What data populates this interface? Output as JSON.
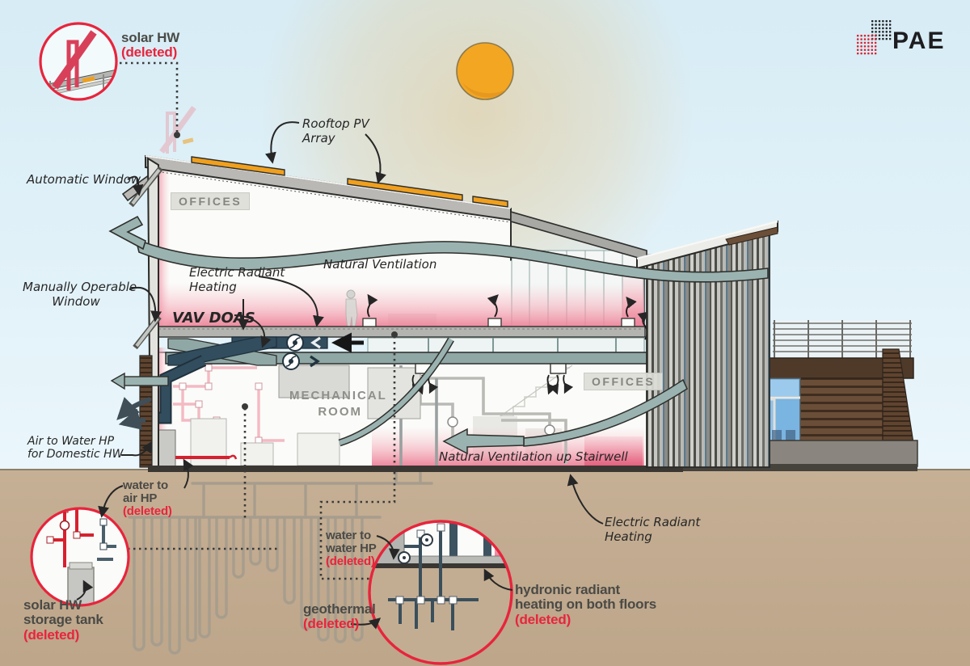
{
  "logo": {
    "text": "PAE",
    "red": "#d6202e",
    "black": "#1d1d20"
  },
  "colors": {
    "sky": "#e3f2f9",
    "ground": "#c2ab90",
    "sun": "#f3a622",
    "ribbon": "#9ab3b0",
    "duct_dark": "#324d5e",
    "duct_light": "#8fa8a5",
    "radiant_pink": "#ee7f97",
    "deleted_red": "#e8243c",
    "pv_orange": "#f0a01e",
    "wood": "#6b4e38",
    "circle_callout": "#e8243c"
  },
  "labels": {
    "solar_hw": {
      "line1": "solar HW",
      "deleted": "(deleted)"
    },
    "automatic_window": "Automatic Window",
    "rooftop_pv": {
      "line1": "Rooftop PV",
      "line2": "Array"
    },
    "manually_operable": {
      "line1": "Manually Operable",
      "line2": "Window"
    },
    "offices_upper": "OFFICES",
    "electric_radiant_upper": {
      "line1": "Electric Radiant",
      "line2": "Heating"
    },
    "natural_ventilation": "Natural Ventilation",
    "vav_doas": "VAV DOAS",
    "mechanical_room": {
      "line1": "MECHANICAL",
      "line2": "ROOM"
    },
    "offices_lower": "OFFICES",
    "air_to_water_hp": {
      "line1": "Air to Water HP",
      "line2": "for Domestic HW"
    },
    "water_to_air_hp": {
      "line1": "water to",
      "line2": "air HP",
      "deleted": "(deleted)"
    },
    "nat_vent_stairwell": "Natural Ventilation up Stairwell",
    "electric_radiant_lower": {
      "line1": "Electric Radiant",
      "line2": "Heating"
    },
    "water_to_water_hp": {
      "line1": "water to",
      "line2": "water HP",
      "deleted": "(deleted)"
    },
    "geothermal": {
      "line1": "geothermal",
      "deleted": "(deleted)"
    },
    "solar_tank": {
      "line1": "solar HW",
      "line2": "storage tank",
      "deleted": "(deleted)"
    },
    "hydronic": {
      "line1": "hydronic radiant",
      "line2": "heating on both floors",
      "deleted": "(deleted)"
    }
  }
}
